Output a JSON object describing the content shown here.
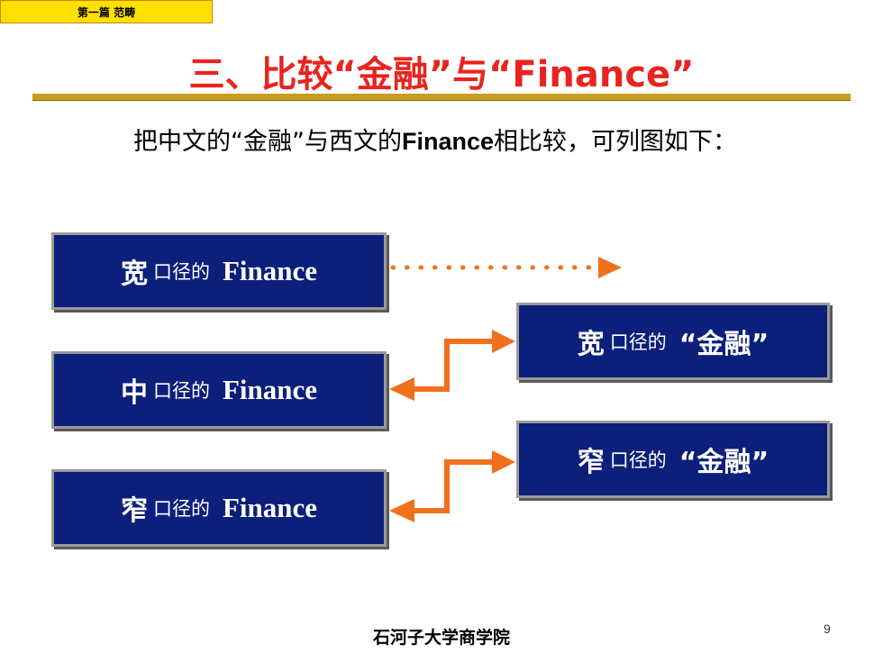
{
  "header_tag": "第一篇 范畴",
  "title": "三、比较“金融”与“Finance”",
  "intro": {
    "part1": "把中文的“金融”与西文的",
    "finance": "Finance",
    "part2": "相比较，可列图如下："
  },
  "left_boxes": [
    {
      "scope": "宽",
      "suffix": "口径的",
      "term": "Finance"
    },
    {
      "scope": "中",
      "suffix": "口径的",
      "term": "Finance"
    },
    {
      "scope": "窄",
      "suffix": "口径的",
      "term": "Finance"
    }
  ],
  "right_boxes": [
    {
      "scope": "宽",
      "suffix": "口径的",
      "term": "“金融”"
    },
    {
      "scope": "窄",
      "suffix": "口径的",
      "term": "“金融”"
    }
  ],
  "footer": "石河子大学商学院",
  "page_number": "9",
  "colors": {
    "box_fill": "#0c1f7a",
    "arrow": "#f0701c",
    "title": "#e8241e",
    "tag_fill": "#ffe000"
  }
}
